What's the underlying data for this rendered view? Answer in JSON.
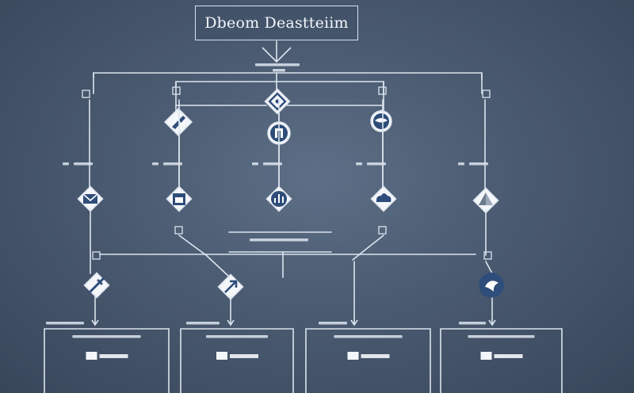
{
  "title": "Dbeom Deastteiim",
  "colors": {
    "background": "#4a5a70",
    "line": "#dce4ee",
    "diamond_fill": "#f4f6f9",
    "icon": "#2f4d7a"
  },
  "nodes": {
    "row1": [
      {
        "id": "top-center",
        "shape": "diamond",
        "icon": "diamond-icon"
      }
    ],
    "row2": [
      {
        "id": "r2-left",
        "shape": "diamond",
        "icon": "pen-icon"
      },
      {
        "id": "r2-center",
        "shape": "circle",
        "icon": "building-icon"
      },
      {
        "id": "r2-right",
        "shape": "circle",
        "icon": "mask-icon"
      }
    ],
    "row3": [
      {
        "id": "r3-1",
        "shape": "diamond",
        "icon": "envelope-icon"
      },
      {
        "id": "r3-2",
        "shape": "diamond",
        "icon": "calendar-icon"
      },
      {
        "id": "r3-3",
        "shape": "diamond",
        "icon": "chart-icon"
      },
      {
        "id": "r3-4",
        "shape": "diamond",
        "icon": "cloud-icon"
      },
      {
        "id": "r3-5",
        "shape": "diamond",
        "icon": "pyramid-icon"
      }
    ],
    "row4": [
      {
        "id": "r4-1",
        "shape": "diamond",
        "icon": "feather-icon"
      },
      {
        "id": "r4-2",
        "shape": "diamond",
        "icon": "arrow-icon"
      },
      {
        "id": "r4-3",
        "shape": "circle",
        "icon": "bird-icon"
      }
    ]
  }
}
